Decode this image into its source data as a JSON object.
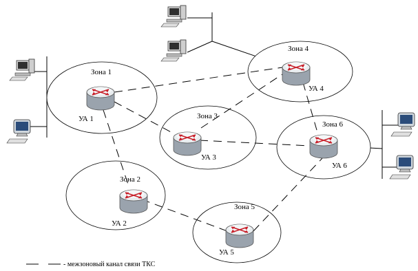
{
  "zones": [
    {
      "id": "z1",
      "label": "Зона 1",
      "node_label": "УА 1"
    },
    {
      "id": "z2",
      "label": "Зона 2",
      "node_label": "УА 2"
    },
    {
      "id": "z3",
      "label": "Зона 3",
      "node_label": "УА 3"
    },
    {
      "id": "z4",
      "label": "Зона 4",
      "node_label": "УА 4"
    },
    {
      "id": "z5",
      "label": "Зона 5",
      "node_label": "УА 5"
    },
    {
      "id": "z6",
      "label": "Зона 6",
      "node_label": "УА 6"
    }
  ],
  "links": [
    {
      "from": "z1",
      "to": "z4",
      "style": "dashed"
    },
    {
      "from": "z1",
      "to": "z3",
      "style": "dashed"
    },
    {
      "from": "z1",
      "to": "z2",
      "style": "dashed"
    },
    {
      "from": "z3",
      "to": "z4",
      "style": "dashed"
    },
    {
      "from": "z3",
      "to": "z6",
      "style": "dashed"
    },
    {
      "from": "z4",
      "to": "z6",
      "style": "dashed"
    },
    {
      "from": "z2",
      "to": "z5",
      "style": "dashed"
    },
    {
      "from": "z5",
      "to": "z6",
      "style": "dashed"
    }
  ],
  "legend": {
    "text": "- межзоновый канал связи ТКС"
  },
  "colors": {
    "router_body": "#9aa3ad",
    "router_top": "#e8ecef",
    "router_arrow": "#c8202a",
    "line": "#000000",
    "zone_fill": "#ffffff"
  }
}
